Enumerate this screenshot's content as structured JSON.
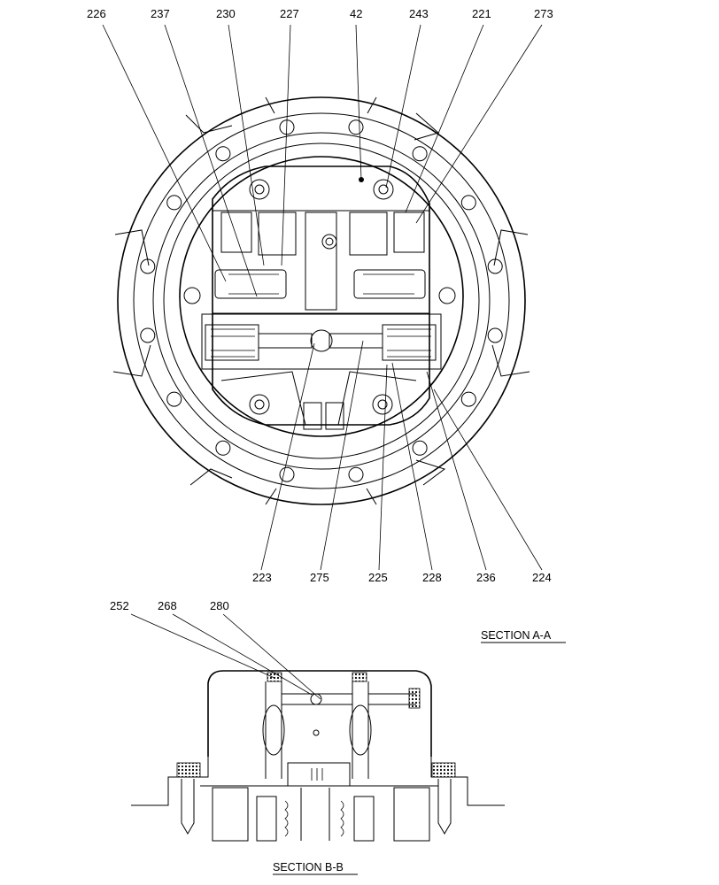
{
  "callouts_top": [
    "226",
    "237",
    "230",
    "227",
    "42",
    "243",
    "221",
    "273"
  ],
  "callouts_bottom": [
    "223",
    "275",
    "225",
    "228",
    "236",
    "224"
  ],
  "callouts_section_b": [
    "252",
    "268",
    "280"
  ],
  "section_a_label": "SECTION  A-A",
  "section_b_label": "SECTION  B-B",
  "colors": {
    "ink": "#000000",
    "paper": "#ffffff"
  }
}
